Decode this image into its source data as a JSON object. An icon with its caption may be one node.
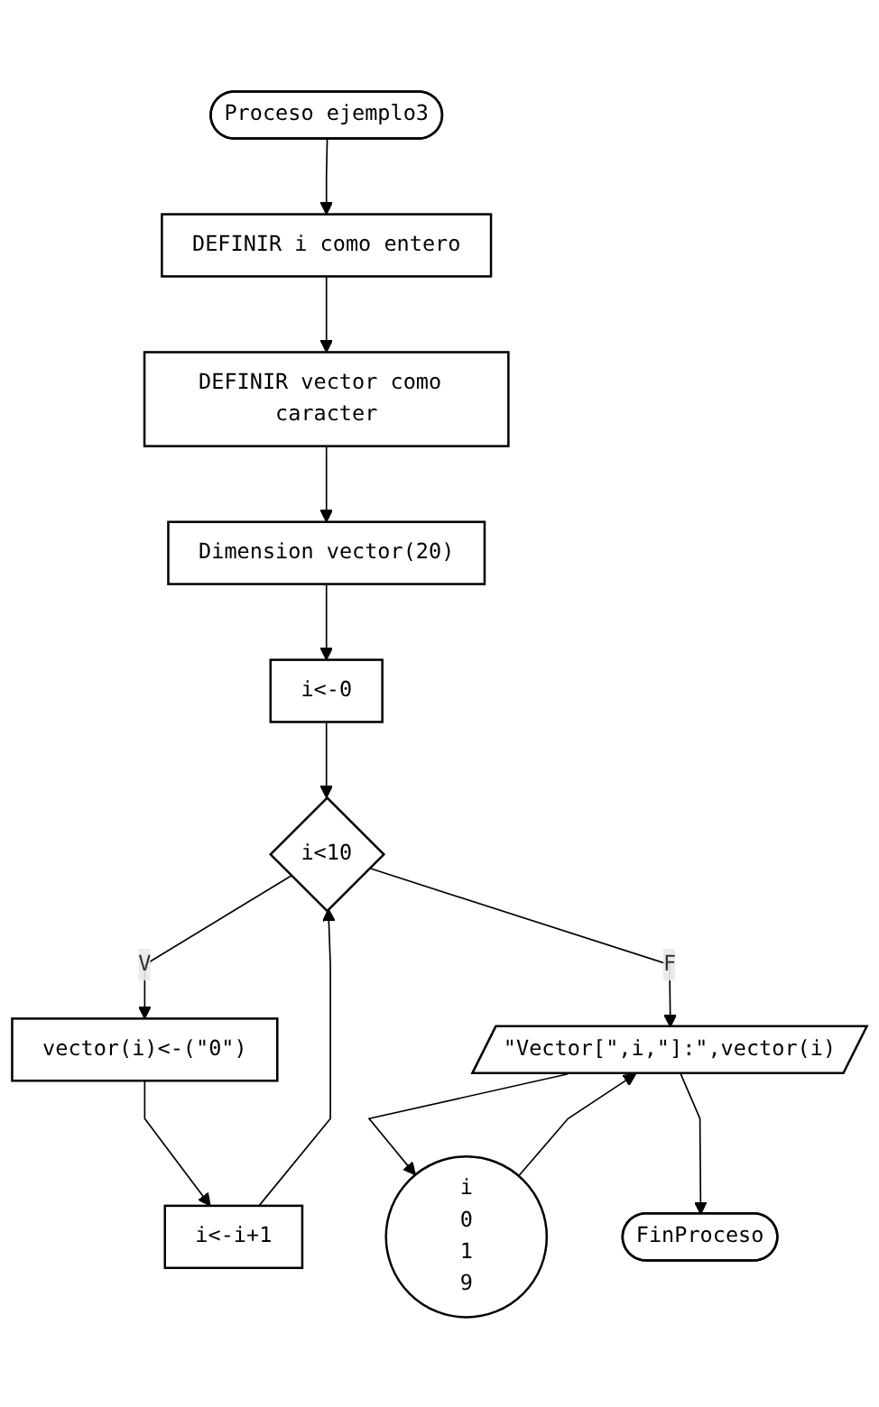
{
  "diagram": {
    "nodes": [
      {
        "text": [
          "Proceso ejemplo3"
        ]
      },
      {
        "text": [
          "DEFINIR i como entero"
        ]
      },
      {
        "text": [
          "DEFINIR vector como caracter"
        ]
      },
      {
        "text": [
          "Dimension vector(20)"
        ]
      },
      {
        "text": [
          "i<-0"
        ]
      },
      {
        "text": [
          "i<10"
        ]
      },
      {
        "text": [
          "vector(i)<-(\"0\")"
        ]
      },
      {
        "text": [
          "i<-i+1"
        ]
      },
      {
        "text": [
          "i",
          "0",
          "1",
          "9"
        ]
      },
      {
        "text": [
          "\"Vector[\",i,\"]:\",vector(i)"
        ]
      },
      {
        "text": [
          "FinProceso"
        ]
      }
    ],
    "edges": [
      {
        "from": 0,
        "to": 1,
        "arrow": "to"
      },
      {
        "from": 1,
        "to": 2,
        "arrow": "to"
      },
      {
        "from": 2,
        "to": 3,
        "arrow": "to"
      },
      {
        "from": 3,
        "to": 4,
        "arrow": "to"
      },
      {
        "from": 4,
        "to": 5,
        "arrow": "to"
      },
      {
        "from": 5,
        "to": 6,
        "label": "V",
        "arrow": "to"
      },
      {
        "from": 6,
        "to": 7,
        "arrow": "to"
      },
      {
        "from": 7,
        "to": 5,
        "arrow": "to"
      },
      {
        "from": 5,
        "to": 9,
        "label": "F",
        "arrow": "to"
      },
      {
        "from": 8,
        "to": 9,
        "arrow": "to"
      },
      {
        "from": 9,
        "to": 8,
        "arrow": "to"
      },
      {
        "from": 9,
        "to": 10,
        "arrow": "to"
      }
    ]
  }
}
